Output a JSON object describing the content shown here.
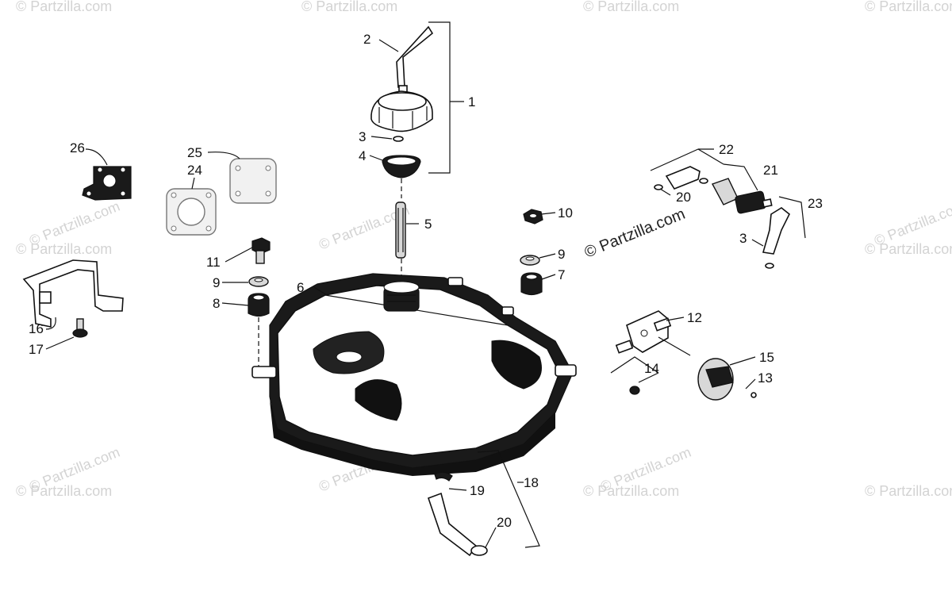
{
  "watermark": {
    "text": "© Partzilla.com",
    "prominent_text": "© Partzilla.com"
  },
  "callouts": [
    "1",
    "2",
    "3",
    "4",
    "5",
    "6",
    "7",
    "8",
    "9",
    "10",
    "11",
    "12",
    "13",
    "14",
    "15",
    "16",
    "17",
    "18",
    "19",
    "20",
    "21",
    "22",
    "23",
    "24",
    "25",
    "26"
  ],
  "labels": {
    "c1": "1",
    "c2": "2",
    "c3a": "3",
    "c4": "4",
    "c5": "5",
    "c6": "6",
    "c7": "7",
    "c8": "8",
    "c9a": "9",
    "c9b": "9",
    "c10": "10",
    "c11": "11",
    "c12": "12",
    "c13": "13",
    "c14": "14",
    "c15": "15",
    "c16": "16",
    "c17": "17",
    "c18": "18",
    "c19": "19",
    "c20a": "20",
    "c20b": "20",
    "c21": "21",
    "c22": "22",
    "c23": "23",
    "c3b": "3",
    "c24": "24",
    "c25": "25",
    "c26": "26"
  },
  "colors": {
    "line": "#111111",
    "watermark": "#d3d3d3",
    "background": "#ffffff"
  }
}
